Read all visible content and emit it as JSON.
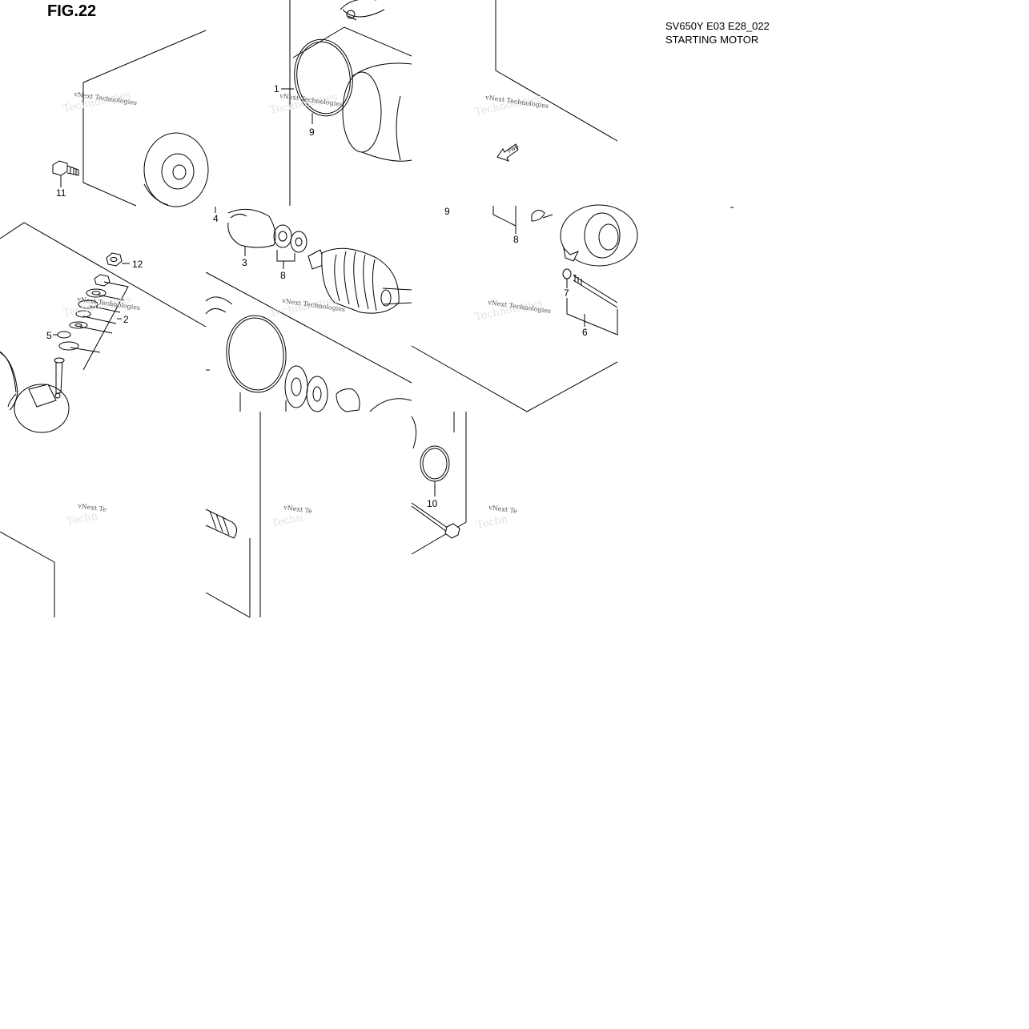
{
  "header": {
    "figure_label": "FIG.22",
    "model_code": "SV650Y E03 E28_022",
    "section_name": "STARTING MOTOR"
  },
  "callouts": [
    {
      "id": "c1",
      "label": "1"
    },
    {
      "id": "c9a",
      "label": "9"
    },
    {
      "id": "c11",
      "label": "11"
    },
    {
      "id": "c4",
      "label": "4"
    },
    {
      "id": "c9b",
      "label": "9"
    },
    {
      "id": "c3",
      "label": "3"
    },
    {
      "id": "c8a",
      "label": "8"
    },
    {
      "id": "c8b",
      "label": "8"
    },
    {
      "id": "c12",
      "label": "12"
    },
    {
      "id": "c2",
      "label": "2"
    },
    {
      "id": "c5",
      "label": "5"
    },
    {
      "id": "c7",
      "label": "7"
    },
    {
      "id": "c6",
      "label": "6"
    },
    {
      "id": "c10",
      "label": "10"
    }
  ],
  "watermark": {
    "text": "vNext Technologies",
    "short": "vNext Te",
    "ghost": "Technologies",
    "ghost_short": "Techn"
  },
  "fwd_label": "FWD"
}
